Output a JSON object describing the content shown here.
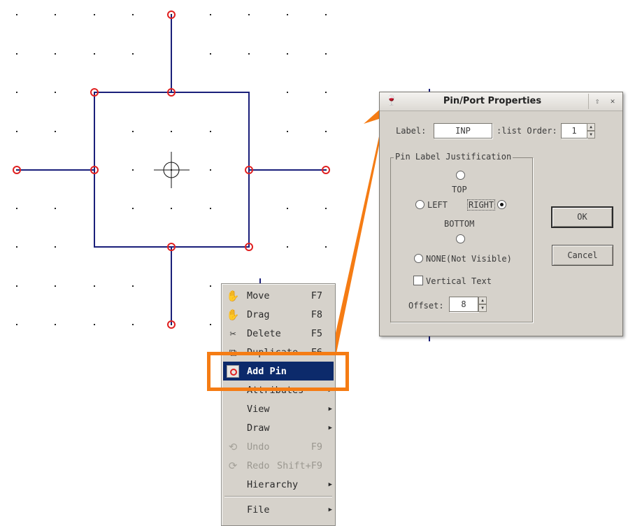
{
  "context_menu": {
    "items": [
      {
        "name": "menu-item-move",
        "icon": "hand-icon",
        "label": "Move",
        "shortcut": "F7",
        "arrow": "",
        "disabled": false,
        "selected": false
      },
      {
        "name": "menu-item-drag",
        "icon": "hand-icon",
        "label": "Drag",
        "shortcut": "F8",
        "arrow": "",
        "disabled": false,
        "selected": false
      },
      {
        "name": "menu-item-delete",
        "icon": "scissors-icon",
        "label": "Delete",
        "shortcut": "F5",
        "arrow": "",
        "disabled": false,
        "selected": false
      },
      {
        "name": "menu-item-duplicate",
        "icon": "duplicate-icon",
        "label": "Duplicate",
        "shortcut": "F6",
        "arrow": "",
        "disabled": false,
        "selected": false
      },
      {
        "name": "menu-item-add-pin",
        "icon": "pin-icon",
        "label": "Add Pin",
        "shortcut": "",
        "arrow": "",
        "disabled": false,
        "selected": true
      },
      {
        "name": "menu-item-attributes",
        "icon": "",
        "label": "Attributes",
        "shortcut": "",
        "arrow": "▶",
        "disabled": false,
        "selected": false
      },
      {
        "name": "menu-item-view",
        "icon": "",
        "label": "View",
        "shortcut": "",
        "arrow": "▶",
        "disabled": false,
        "selected": false
      },
      {
        "name": "menu-item-draw",
        "icon": "",
        "label": "Draw",
        "shortcut": "",
        "arrow": "▶",
        "disabled": false,
        "selected": false
      },
      {
        "name": "menu-item-undo",
        "icon": "undo-icon",
        "label": "Undo",
        "shortcut": "F9",
        "arrow": "",
        "disabled": true,
        "selected": false
      },
      {
        "name": "menu-item-redo",
        "icon": "redo-icon",
        "label": "Redo",
        "shortcut": "Shift+F9",
        "arrow": "",
        "disabled": true,
        "selected": false
      },
      {
        "name": "menu-item-hierarchy",
        "icon": "",
        "label": "Hierarchy",
        "shortcut": "",
        "arrow": "▶",
        "disabled": false,
        "selected": false
      },
      {
        "name": "menu-item-file",
        "icon": "",
        "label": "File",
        "shortcut": "",
        "arrow": "▶",
        "disabled": false,
        "selected": false
      }
    ]
  },
  "dialog": {
    "title": "Pin/Port Properties",
    "label_caption": "Label:",
    "label_value": "INP",
    "list_order_caption": ":list Order:",
    "list_order_value": "1",
    "group_title": "Pin Label Justification",
    "top_label": "TOP",
    "left_label": "LEFT",
    "right_label": "RIGHT",
    "bottom_label": "BOTTOM",
    "none_label": "NONE(Not Visible)",
    "vertical_text_label": "Vertical Text",
    "offset_caption": "Offset:",
    "offset_value": "8",
    "ok_label": "OK",
    "cancel_label": "Cancel",
    "selected_justification": "RIGHT",
    "vertical_text_checked": false
  },
  "colors": {
    "wire": "#1a1f7a",
    "pin_marker": "#e02020",
    "highlight": "#f57c14",
    "menu_selected": "#0c2a6b"
  }
}
